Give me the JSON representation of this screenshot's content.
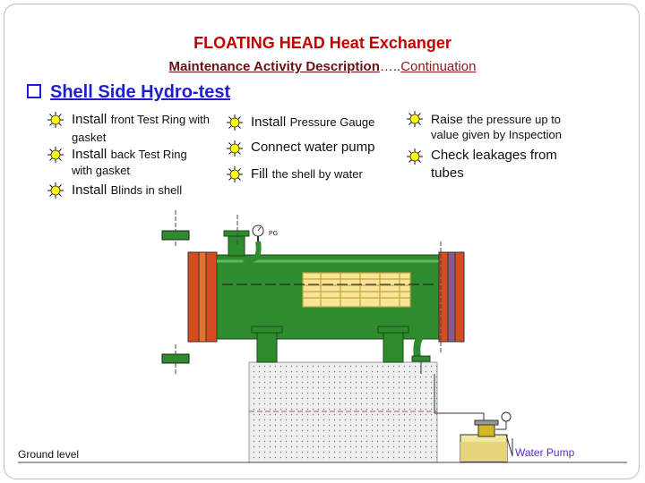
{
  "title": "FLOATING HEAD Heat Exchanger",
  "subtitle": {
    "main": "Maintenance Activity Description",
    "dots": "…..",
    "cont": "Continuation"
  },
  "section": "Shell Side Hydro-test",
  "col1": [
    {
      "a": "Install",
      "b": "front Test Ring with",
      "c": "gasket"
    },
    {
      "a": "Install",
      "b": "back Test Ring",
      "c": "with gasket"
    },
    {
      "a": "Install",
      "b": "Blinds in shell"
    }
  ],
  "col2": [
    {
      "a": "Install",
      "b": "Pressure Gauge"
    },
    {
      "a": "Connect water pump"
    },
    {
      "a": "Fill",
      "b": "the shell by water"
    }
  ],
  "col3": [
    {
      "a": "Raise",
      "b": "the pressure up to",
      "c": "value given by Inspection"
    },
    {
      "a": "Check leakages from",
      "c": "tubes"
    }
  ],
  "labels": {
    "pg": "PG",
    "ground": "Ground level",
    "pump": "Water Pump"
  },
  "colors": {
    "title": "#c00000",
    "section": "#1f1fd0",
    "shell": "#2e8b2e",
    "pump_label": "#5a2ad0"
  }
}
